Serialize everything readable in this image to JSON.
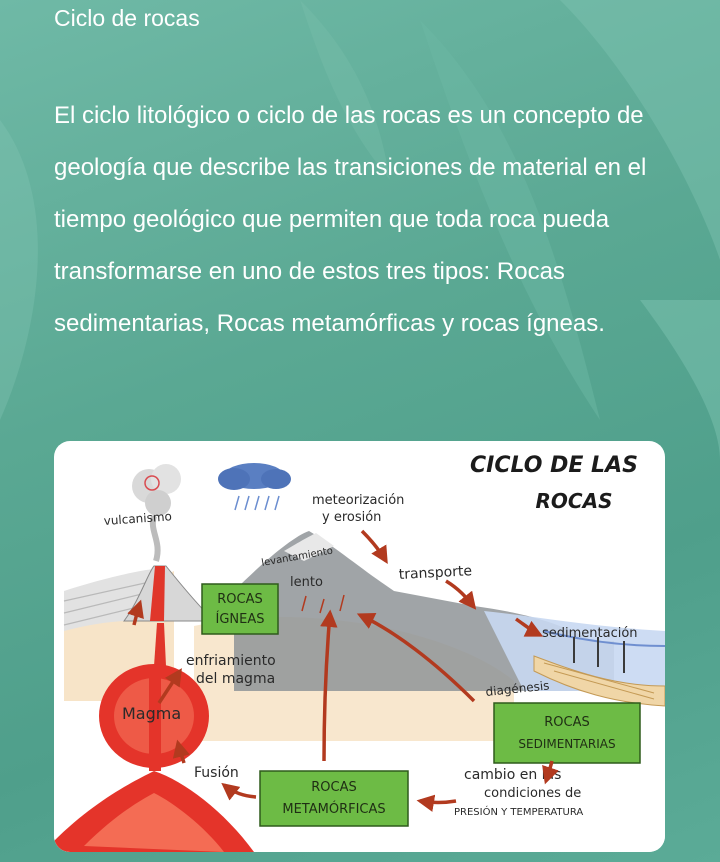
{
  "page": {
    "title": "Ciclo de rocas",
    "paragraph": "El ciclo litológico o ciclo de las rocas es un concepto de geología que describe las transiciones de material en el tiempo geológico que permiten que toda roca pueda transformarse en uno de estos tres tipos: Rocas sedimentarias, Rocas metamórficas y rocas ígneas."
  },
  "diagram": {
    "title_line1": "CICLO DE LAS",
    "title_line2": "ROCAS",
    "labels": {
      "vulcanismo": "vulcanismo",
      "meteorizacion": "meteorización",
      "erosion": "y erosión",
      "levantamiento": "levantamiento",
      "lento": "lento",
      "transporte": "transporte",
      "sedimentacion": "sedimentación",
      "enfriamiento1": "enfriamiento",
      "enfriamiento2": "del magma",
      "magma": "Magma",
      "diagenesis": "diagénesis",
      "fusion": "Fusión",
      "cambio1": "cambio en las",
      "cambio2": "condiciones de",
      "cambio3": "PRESIÓN Y TEMPERATURA"
    },
    "boxes": {
      "igneas1": "ROCAS",
      "igneas2": "ÍGNEAS",
      "sedimentarias1": "ROCAS",
      "sedimentarias2": "SEDIMENTARIAS",
      "metamorficas1": "ROCAS",
      "metamorficas2": "METAMÓRFICAS"
    }
  }
}
